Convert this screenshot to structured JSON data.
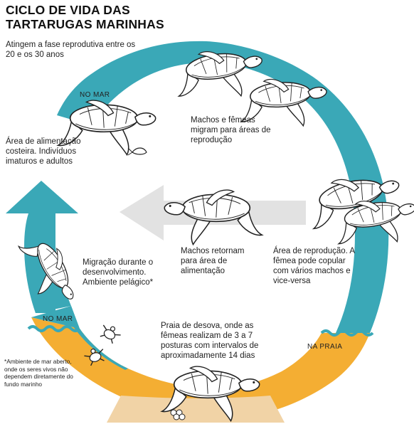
{
  "title": {
    "line1": "CICLO DE VIDA DAS",
    "line2": "TARTARUGAS MARINHAS"
  },
  "captions": {
    "reproductive_age": "Atingem a fase reprodutiva entre os 20 e os 30 anos",
    "migrate": "Machos e fêmeas migram para áreas de reprodução",
    "feeding_area": "Área de alimentação costeira. Indivíduos imaturos e adultos",
    "reproduction_area": "Área de reprodução. A fêmea pode copular com vários machos e vice-versa",
    "males_return": "Machos retornam para área de alimentação",
    "migration": "Migração durante o desenvolvimento. Ambiente pelágico*",
    "nesting_beach": "Praia de desova, onde as fêmeas realizam de 3 a 7 posturas com intervalos de aproximadamente 14 dias"
  },
  "labels": {
    "no_mar_top": "NO MAR",
    "no_mar_bottom": "NO MAR",
    "na_praia": "NA PRAIA"
  },
  "footnote": "*Ambiente de mar aberto, onde os seres vivos não dependem diretamente do fundo marinho",
  "colors": {
    "sea": "#3aa8b7",
    "sand": "#f4ae33",
    "beach": "#f1d3a6",
    "arrow_grey": "#e2e2e2",
    "turtle_shell": "#ffffff",
    "turtle_outline": "#222222"
  },
  "icons": [
    "turtle-icon",
    "hatchling-icon",
    "eggs-icon",
    "shrimp-icon",
    "cycle-arrow",
    "return-arrow"
  ]
}
